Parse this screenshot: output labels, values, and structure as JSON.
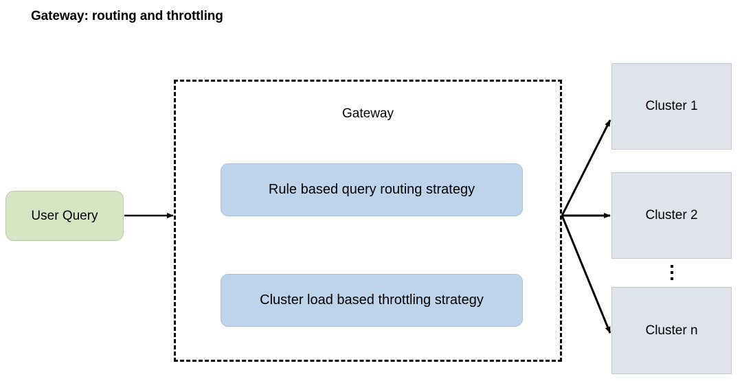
{
  "title": "Gateway: routing and throttling",
  "nodes": {
    "user_query": "User Query",
    "gateway_label": "Gateway",
    "strategies": [
      "Rule based query routing strategy",
      "Cluster load based throttling strategy"
    ],
    "clusters": [
      "Cluster 1",
      "Cluster 2",
      "Cluster n"
    ],
    "ellipsis": "⋮"
  },
  "colors": {
    "user_query_fill": "#d6e5c3",
    "user_query_border": "#b8c9a6",
    "strategy_fill": "#bdd4ea",
    "strategy_border": "#a9c2db",
    "cluster_fill": "#dfe3ea",
    "cluster_border": "#c3c8d1",
    "container_border": "#000000",
    "arrow": "#000000",
    "text": "#000000",
    "background": "#ffffff"
  }
}
